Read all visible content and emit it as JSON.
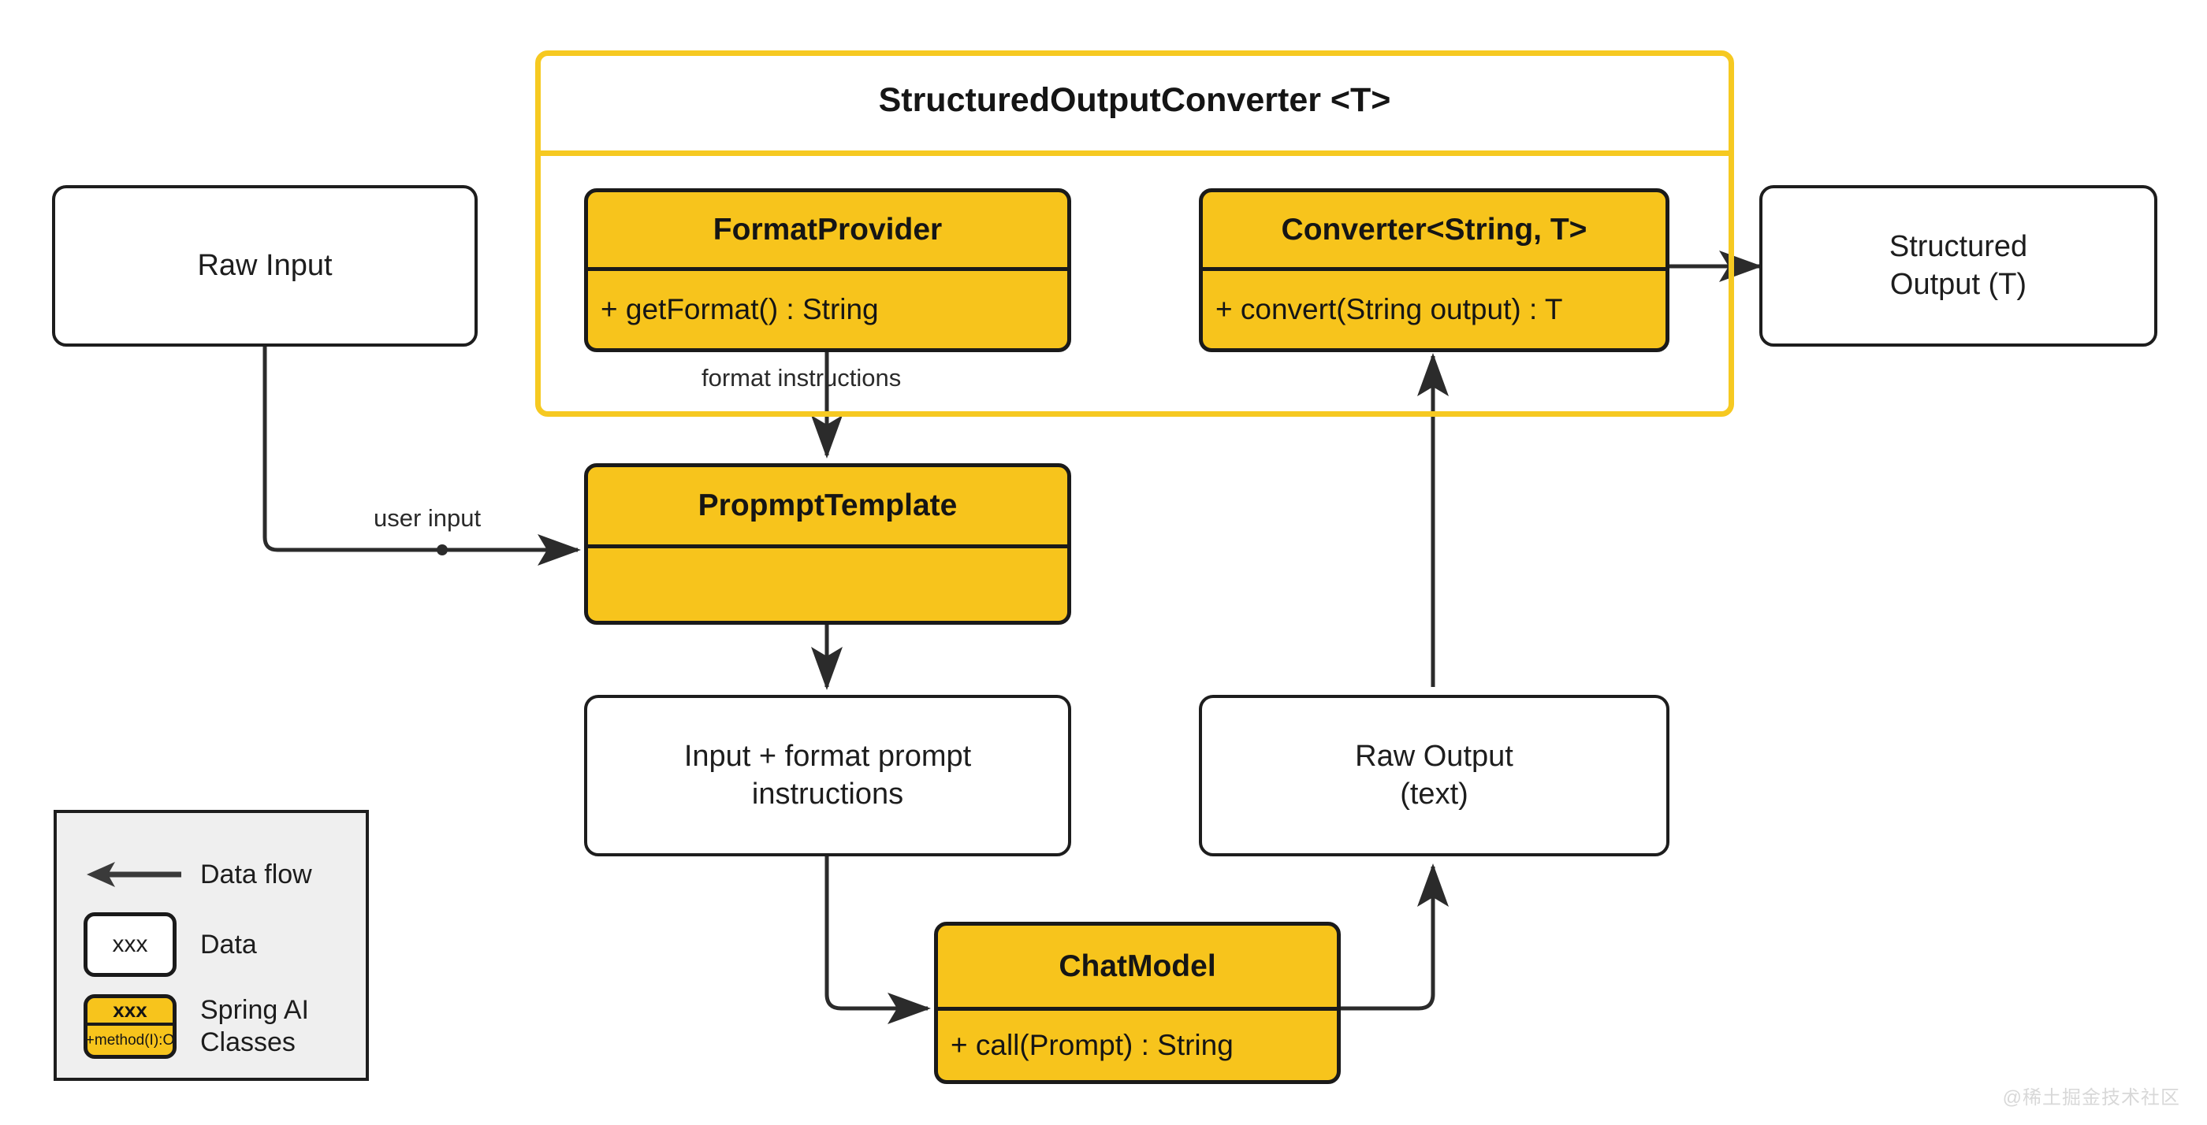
{
  "diagram": {
    "title": "StructuredOutputConverter <T>",
    "package": {
      "label": "StructuredOutputConverter <T>",
      "border_color": "#F6C921"
    },
    "colors": {
      "spring_ai_yellow": "#F7C41C",
      "package_border": "#F6C921",
      "stroke": "#1d1d1d",
      "legend_background": "#efefef",
      "canvas_background": "#ffffff"
    },
    "nodes": {
      "raw_input": {
        "label": "Raw Input",
        "kind": "data"
      },
      "structured_output": {
        "label": "Structured\nOutput (T)",
        "line1": "Structured",
        "line2": "Output (T)",
        "kind": "data"
      },
      "format_provider": {
        "title": "FormatProvider",
        "method": "+ getFormat() : String",
        "kind": "spring-ai-class"
      },
      "converter": {
        "title": "Converter<String, T>",
        "method": "+ convert(String output) : T",
        "kind": "spring-ai-class"
      },
      "prompt_template": {
        "title": "PropmptTemplate",
        "method": "",
        "kind": "spring-ai-class"
      },
      "input_format_prompt": {
        "line1": "Input + format prompt",
        "line2": "instructions",
        "kind": "data"
      },
      "raw_output": {
        "line1": "Raw Output",
        "line2": "(text)",
        "kind": "data"
      },
      "chat_model": {
        "title": "ChatModel",
        "method": "+ call(Prompt) : String",
        "kind": "spring-ai-class"
      }
    },
    "edge_labels": {
      "format_instructions": "format instructions",
      "user_input": "user input"
    },
    "legend": {
      "rows": [
        {
          "icon": "arrow-left-icon",
          "label": "Data flow"
        },
        {
          "icon": "white-box-icon",
          "swatch_text": "xxx",
          "label": "Data"
        },
        {
          "icon": "yellow-uml-box-icon",
          "swatch_title": "xxx",
          "swatch_method": "+method(I):O",
          "label_line1": "Spring AI",
          "label_line2": "Classes"
        }
      ]
    },
    "watermark": "@稀土掘金技术社区"
  }
}
